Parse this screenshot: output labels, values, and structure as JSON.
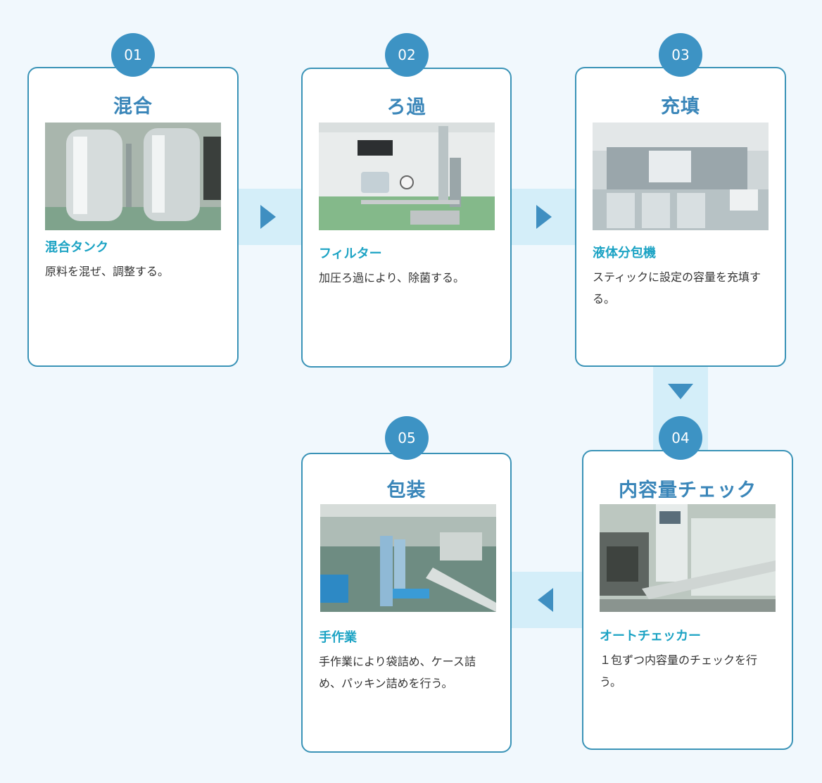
{
  "steps": [
    {
      "number": "01",
      "title": "混合",
      "subtitle": "混合タンク",
      "description": "原料を混ぜ、調整する。",
      "photo": "mixing-tank-photo"
    },
    {
      "number": "02",
      "title": "ろ過",
      "subtitle": "フィルター",
      "description": "加圧ろ過により、除菌する。",
      "photo": "filter-photo"
    },
    {
      "number": "03",
      "title": "充填",
      "subtitle": "液体分包機",
      "description": "スティックに設定の容量を充填する。",
      "photo": "filling-machine-photo"
    },
    {
      "number": "04",
      "title": "内容量チェック",
      "subtitle": "オートチェッカー",
      "description": "１包ずつ内容量のチェックを行う。",
      "photo": "auto-checker-photo"
    },
    {
      "number": "05",
      "title": "包装",
      "subtitle": "手作業",
      "description": "手作業により袋詰め、ケース詰め、パッキン詰めを行う。",
      "photo": "manual-packing-photo"
    }
  ],
  "colors": {
    "accent": "#3d93c4",
    "border": "#3a93b7",
    "subtitle": "#1ca3c4",
    "connector": "#d4eef9",
    "background": "#f1f8fd"
  }
}
